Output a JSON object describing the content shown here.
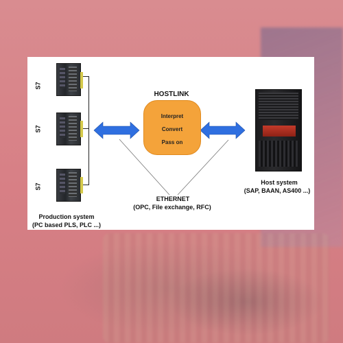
{
  "diagram": {
    "title": "HOSTLINK",
    "hostlink_steps": [
      "Interpret",
      "Convert",
      "Pass on"
    ],
    "plc_label": "S7",
    "production": {
      "line1": "Production system",
      "line2": "(PC based PLS, PLC ...)"
    },
    "host": {
      "line1": "Host system",
      "line2": "(SAP, BAAN, AS400 ...)"
    },
    "network": {
      "line1": "ETHERNET",
      "line2": "(OPC, File exchange, RFC)"
    },
    "colors": {
      "hostlink_box": "#f4a33a",
      "arrow": "#2f6fe0",
      "background": "#d9858a",
      "panel": "#ffffff"
    }
  }
}
